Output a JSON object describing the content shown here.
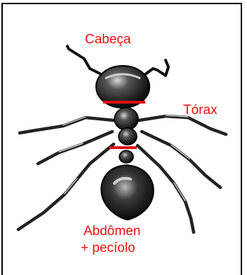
{
  "labels": {
    "head": "Cabeça",
    "thorax": "Tórax",
    "abdomen_line1": "Abdômen",
    "abdomen_line2": "+ pecíolo"
  },
  "colors": {
    "label": "#ee1111",
    "marker": "#e01010",
    "ink": "#111111",
    "frame": "#000000"
  },
  "icons": {
    "subject": "ant-illustration"
  }
}
